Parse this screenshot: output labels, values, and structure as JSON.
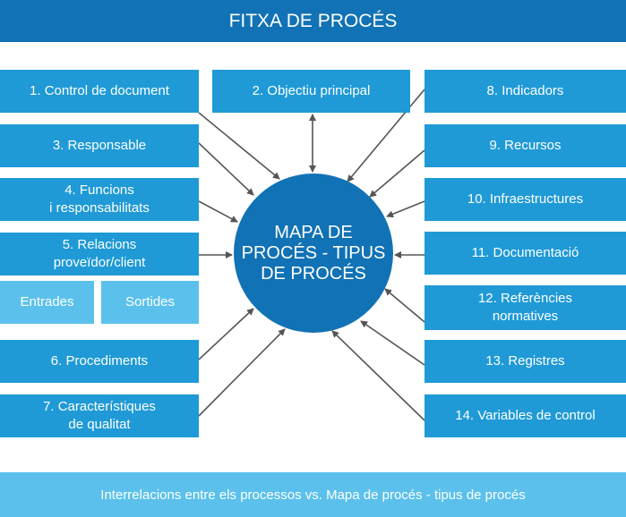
{
  "header": {
    "title": "FITXA DE PROCÉS"
  },
  "center": {
    "label": "MAPA DE\nPROCÉS - TIPUS\nDE PROCÉS"
  },
  "left_boxes": [
    "1. Control de document",
    "3. Responsable",
    "4. Funcions\ni responsabilitats",
    "5. Relacions\nproveïdor/client",
    "6. Procediments",
    "7. Característiques\nde qualitat"
  ],
  "sub_boxes": [
    "Entrades",
    "Sortides"
  ],
  "top_box": "2. Objectiu principal",
  "right_boxes": [
    "8. Indicadors",
    "9. Recursos",
    "10. Infraestructures",
    "11. Documentació",
    "12. Referències\nnormatives",
    "13. Registres",
    "14. Variables de control"
  ],
  "footer": {
    "text": "Interrelacions entre els processos vs. Mapa de procés - tipus de procés"
  },
  "colors": {
    "dark_blue": "#1172b5",
    "mid_blue": "#1f9ad6",
    "light_blue": "#5bc1ec",
    "arrow": "#555555"
  }
}
